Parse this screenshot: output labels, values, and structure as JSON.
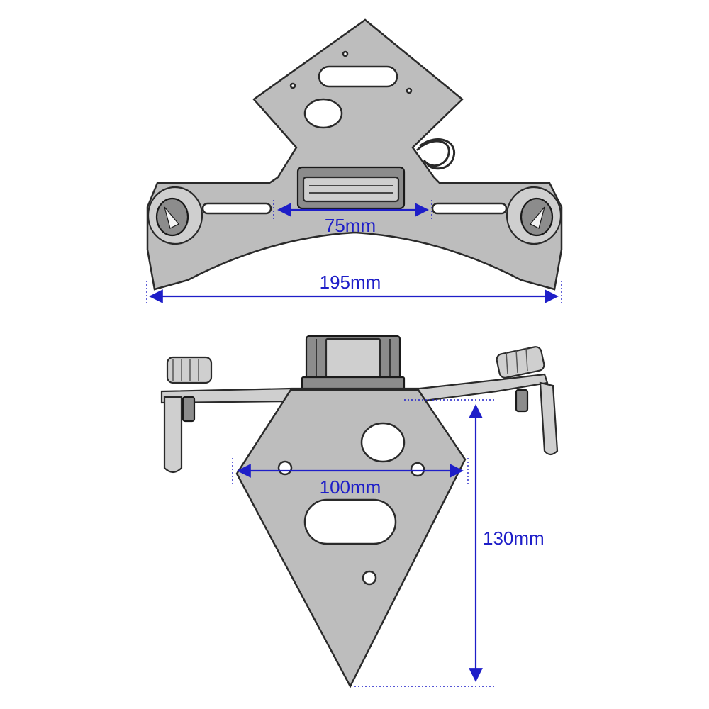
{
  "dimensions": {
    "top_slot_spacing": "75mm",
    "top_overall_width": "195mm",
    "bottom_plate_width": "100mm",
    "bottom_plate_height": "130mm"
  },
  "colors": {
    "dimension": "#1e1ec8",
    "plate_fill": "#bdbdbd",
    "outline": "#2a2a2a"
  }
}
